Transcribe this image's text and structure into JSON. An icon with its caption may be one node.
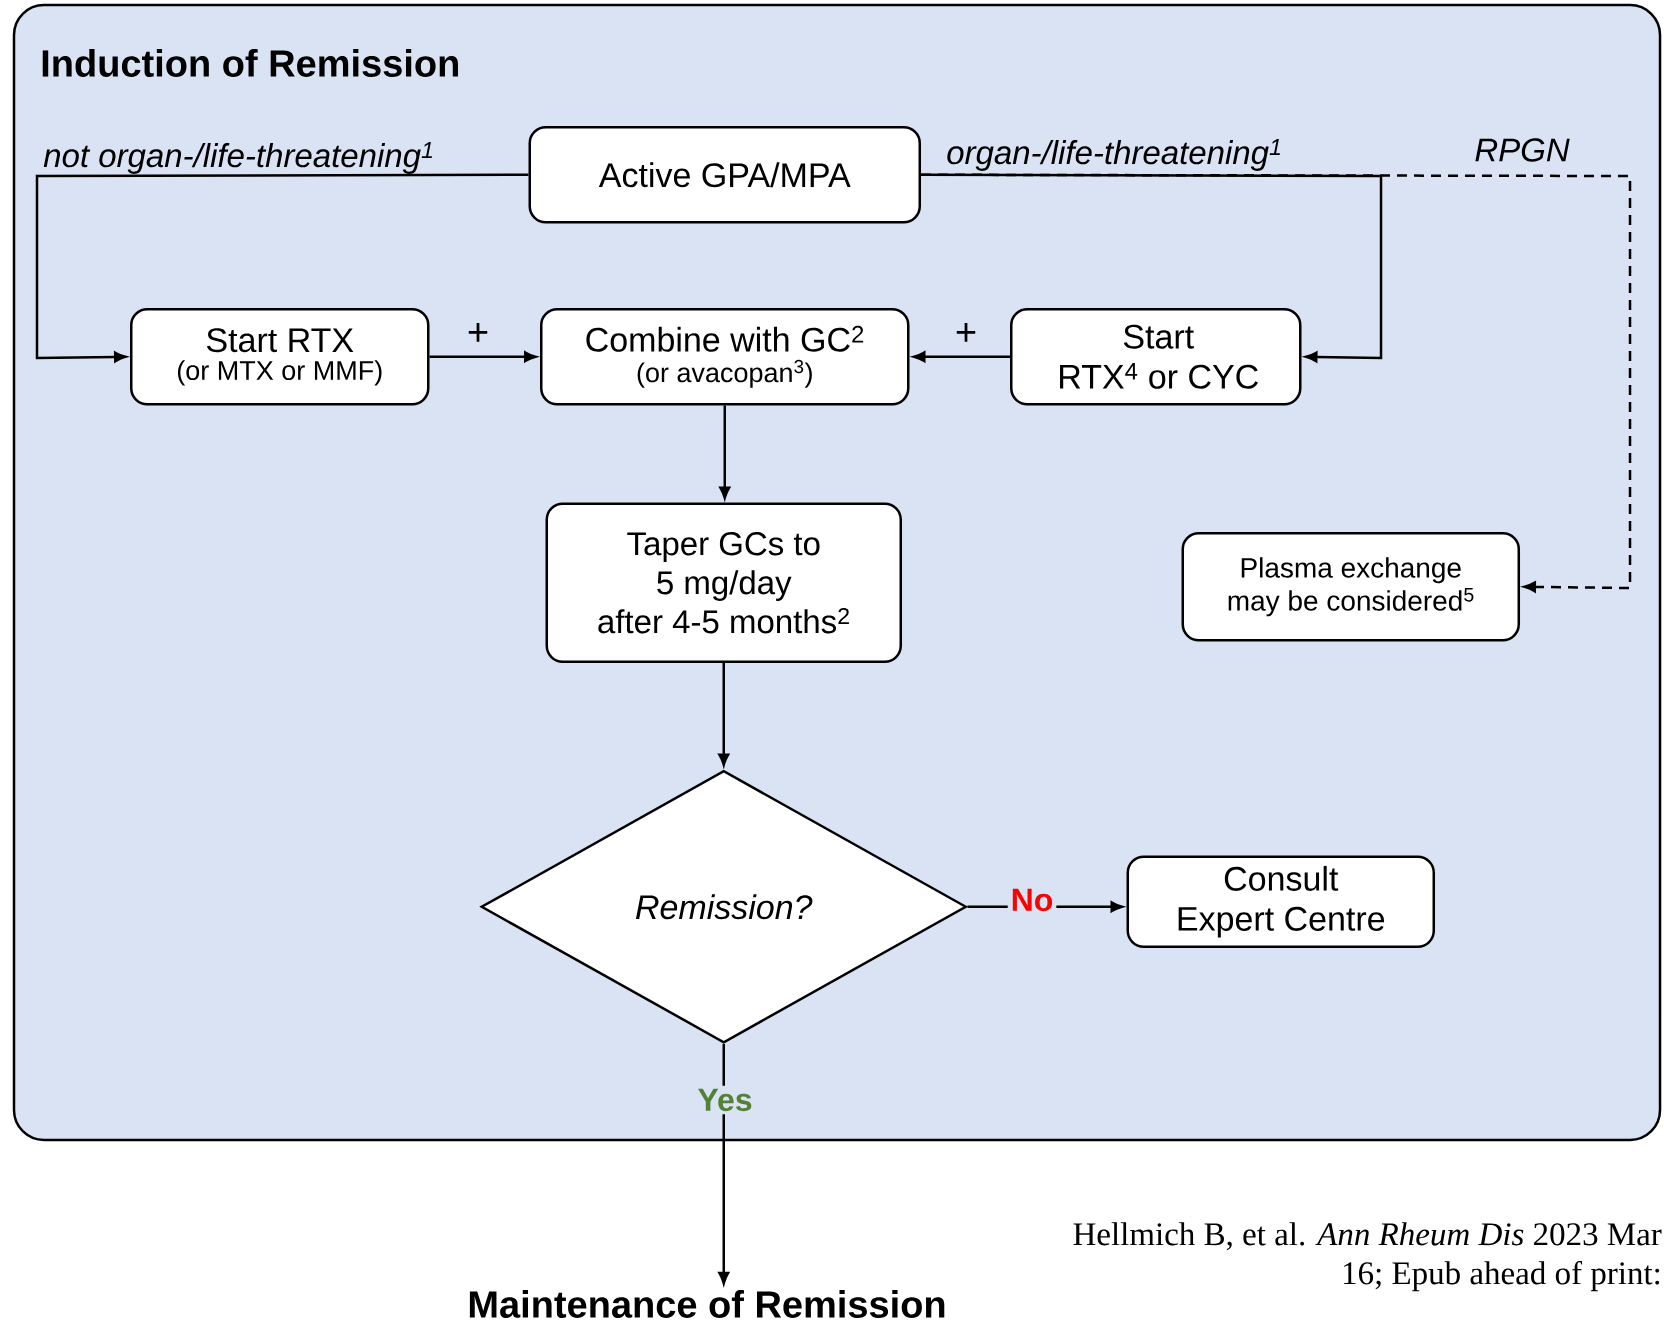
{
  "diagram": {
    "nodes": [
      {
        "text": [
          "Induction of Remission"
        ]
      },
      {
        "text": [
          "Active GPA/MPA"
        ],
        "in": 0
      },
      {
        "text": [
          "Start RTX",
          "(or MTX or MMF)"
        ],
        "in": 0
      },
      {
        "text": [
          "Combine with GC$^{2}$",
          "(or avacopan$^{3}$)"
        ],
        "in": 0
      },
      {
        "text": [
          "Start RTX$^{4}$ or CYC"
        ],
        "in": 0
      },
      {
        "text": [
          "Taper GCs to 5 mg/day after 4-5 months$^{2}$"
        ],
        "in": 0
      },
      {
        "text": [
          "Plasma exchange may be considered$^{5}$"
        ],
        "in": 0
      },
      {
        "text": [
          "Remission?"
        ],
        "in": 0
      },
      {
        "text": [
          "Consult Expert Centre"
        ],
        "in": 0
      },
      {
        "text": [
          "Maintenance of Remission"
        ]
      }
    ],
    "edges": [
      {
        "from": 1,
        "to": 2,
        "arrow": "to",
        "label": "not organ-/life-threatening$^{1}$"
      },
      {
        "from": 1,
        "to": 4,
        "arrow": "to",
        "label": "organ-/life-threatening$^{1}$"
      },
      {
        "from": 1,
        "to": 6,
        "arrow": "to",
        "label": "RPGN",
        "style": "dashed"
      },
      {
        "from": 2,
        "to": 3,
        "arrow": "to",
        "label": "+"
      },
      {
        "from": 4,
        "to": 3,
        "arrow": "to",
        "label": "+"
      },
      {
        "from": 3,
        "to": 5,
        "arrow": "to"
      },
      {
        "from": 5,
        "to": 7,
        "arrow": "to"
      },
      {
        "from": 7,
        "to": 8,
        "arrow": "to",
        "label": "No"
      },
      {
        "from": 7,
        "to": 9,
        "arrow": "to",
        "label": "Yes"
      }
    ],
    "labels": [
      "Hellmich B, et al. *Ann Rheum Dis* 2023 Mar 16; Epub ahead of print:"
    ]
  }
}
